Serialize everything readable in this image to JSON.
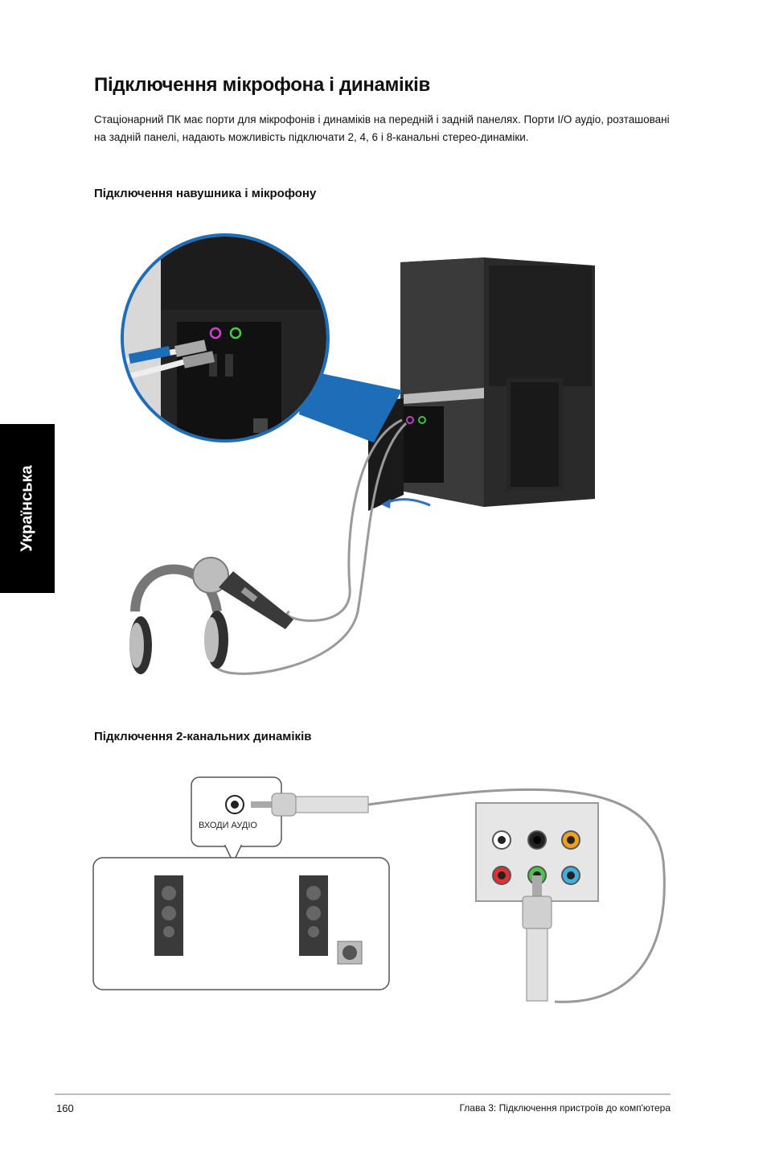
{
  "title": "Підключення мікрофона і динаміків",
  "intro": "Стаціонарний ПК має порти для мікрофонів і динаміків на передній і задній панелях. Порти I/O аудіо, розташовані на задній панелі, надають можливість підключати 2, 4, 6 і 8-канальні стерео-динаміки.",
  "section1": {
    "heading": "Підключення навушника і мікрофону"
  },
  "section2": {
    "heading": "Підключення 2-канальних динаміків",
    "jack_label": "ВХОДИ АУДІО"
  },
  "side_tab": "Українська",
  "footer": {
    "page_number": "160",
    "chapter": "Глава 3: Підключення пристроїв до комп'ютера"
  }
}
